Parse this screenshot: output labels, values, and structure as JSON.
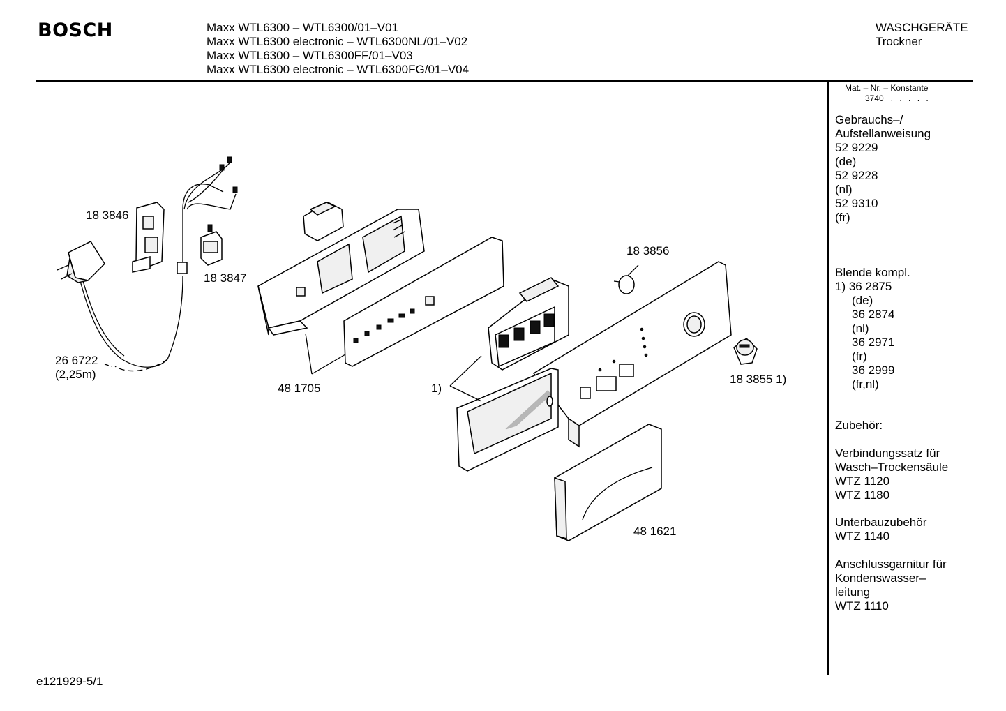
{
  "header": {
    "brand": "BOSCH",
    "models": [
      "Maxx WTL6300 –  WTL6300/01–V01",
      "Maxx WTL6300 electronic – WTL6300NL/01–V02",
      "Maxx WTL6300 – WTL6300FF/01–V03",
      "Maxx WTL6300 electronic – WTL6300FG/01–V04"
    ],
    "category": "WASCHGERÄTE",
    "subcategory": "Trockner"
  },
  "sidebar": {
    "mat_header": "Mat. – Nr. – Konstante",
    "mat_value": "3740",
    "mat_dots": ".  .  .  .  .",
    "manual": {
      "title1": "Gebrauchs–/",
      "title2": "Aufstellanweisung",
      "entries": [
        "52 9229",
        "(de)",
        "52 9228",
        "(nl)",
        "52 9310",
        "(fr)"
      ]
    },
    "blende": {
      "title": "Blende kompl.",
      "first": "1) 36 2875",
      "entries": [
        "(de)",
        "36 2874",
        "(nl)",
        "36 2971",
        "(fr)",
        "36 2999",
        "(fr,nl)"
      ]
    },
    "zubehoer": "Zubehör:",
    "verbindung": [
      "Verbindungssatz für",
      "Wasch–Trockensäule",
      "WTZ 1120",
      "WTZ 1180"
    ],
    "unterbau": [
      "Unterbauzubehör",
      "WTZ 1140"
    ],
    "anschluss": [
      "Anschlussgarnitur für",
      "Kondenswasser–",
      "leitung",
      "WTZ 1110"
    ]
  },
  "parts": {
    "p183846": "18 3846",
    "p183847": "18 3847",
    "p266722": "26 6722",
    "p266722_len": "(2,25m)",
    "p481705": "48 1705",
    "p183856": "18 3856",
    "p1": "1)",
    "p183855": "18 3855 1)",
    "p481621": "48 1621"
  },
  "footer": {
    "code": "e121929-5/1"
  }
}
